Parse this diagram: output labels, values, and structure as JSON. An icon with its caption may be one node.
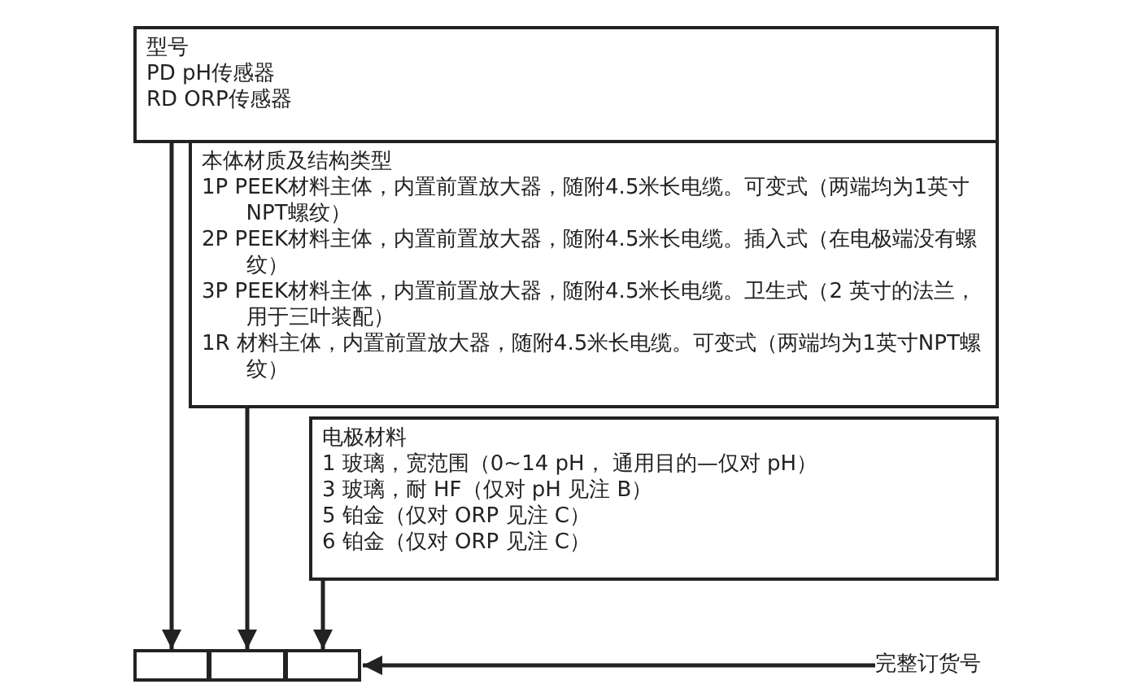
{
  "diagram": {
    "nodes": [
      {
        "text": [
          "型号",
          "PD pH传感器",
          "RD ORP传感器"
        ]
      },
      {
        "text": [
          "本体材质及结构类型",
          "1P PEEK材料主体，内置前置放大器，随附4.5米长电缆。可变式（两端均为1英寸NPT螺纹）",
          "2P PEEK材料主体，内置前置放大器，随附4.5米长电缆。插入式（在电极端没有螺纹）",
          "3P PEEK材料主体，内置前置放大器，随附4.5米长电缆。卫生式（2 英寸的法兰，用于三叶装配）",
          "1R 材料主体，内置前置放大器，随附4.5米长电缆。可变式（两端均为1英寸NPT螺纹）"
        ]
      },
      {
        "text": [
          "电极材料",
          "1 玻璃，宽范围（0~14 pH， 通用目的—仅对 pH）",
          "3 玻璃，耐 HF（仅对 pH 见注 B）",
          "5 铂金（仅对 ORP 见注 C）",
          "6 铂金（仅对 ORP 见注 C）"
        ]
      },
      {
        "text": [],
        "shape": "box"
      },
      {
        "text": [],
        "shape": "box"
      },
      {
        "text": [],
        "shape": "box"
      },
      {
        "text": [
          "完整订货号"
        ]
      }
    ],
    "edges": [
      {
        "from": 0,
        "to": 3,
        "arrow": "to"
      },
      {
        "from": 1,
        "to": 4,
        "arrow": "to"
      },
      {
        "from": 2,
        "to": 5,
        "arrow": "to"
      },
      {
        "from": 6,
        "to": 5,
        "arrow": "to"
      }
    ]
  }
}
